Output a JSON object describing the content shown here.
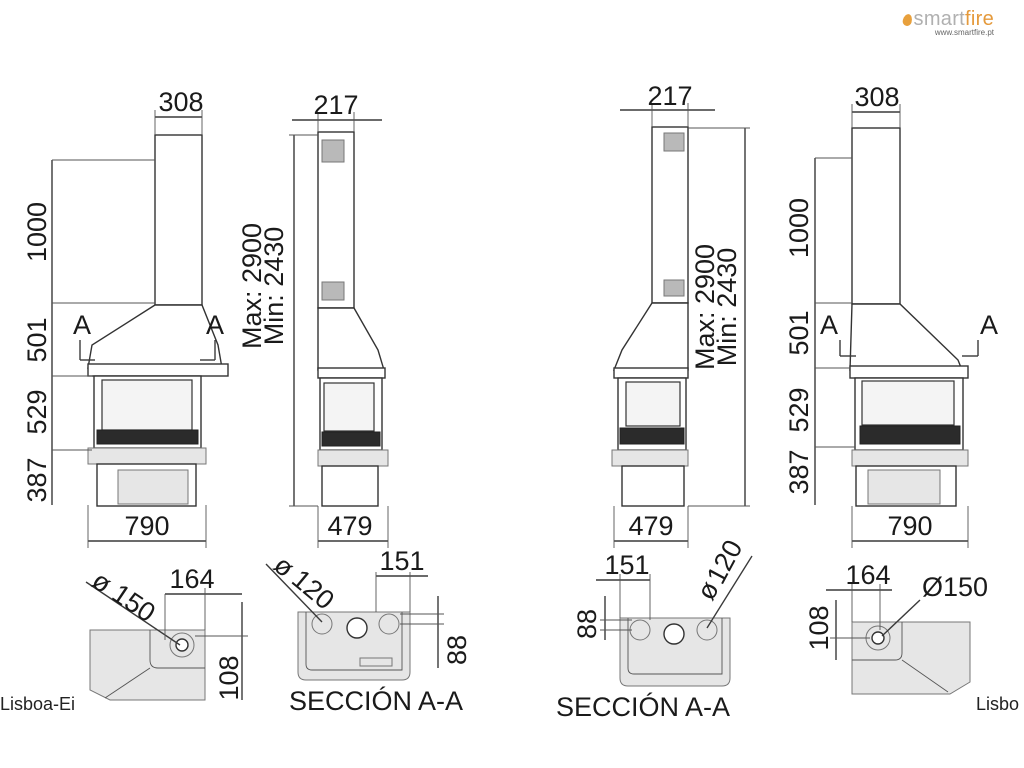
{
  "brand": {
    "name_part1": "smart",
    "name_part2": "fire",
    "url": "www.smartfire.pt",
    "accent_color": "#e59a3c"
  },
  "models": {
    "left": "Lisboa-Ei",
    "right": "Lisbo"
  },
  "front_view": {
    "chimney_width": "308",
    "chimney_height": "1000",
    "hood_height": "501",
    "firebox_height": "529",
    "base_height": "387",
    "overall_width": "790",
    "section_mark": "A"
  },
  "side_view": {
    "chimney_depth": "217",
    "total_height_max": "Max: 2900",
    "total_height_min": "Min: 2430",
    "overall_depth": "479"
  },
  "plan_view": {
    "flue_diameter": "150",
    "flue_offset_x": "164",
    "flue_offset_y": "108",
    "flue_diameter_label": "Ø150"
  },
  "section_view": {
    "inlet_diameter": "120",
    "inlet_spacing": "151",
    "inlet_height": "88",
    "title": "SECCIÓN A-A"
  }
}
